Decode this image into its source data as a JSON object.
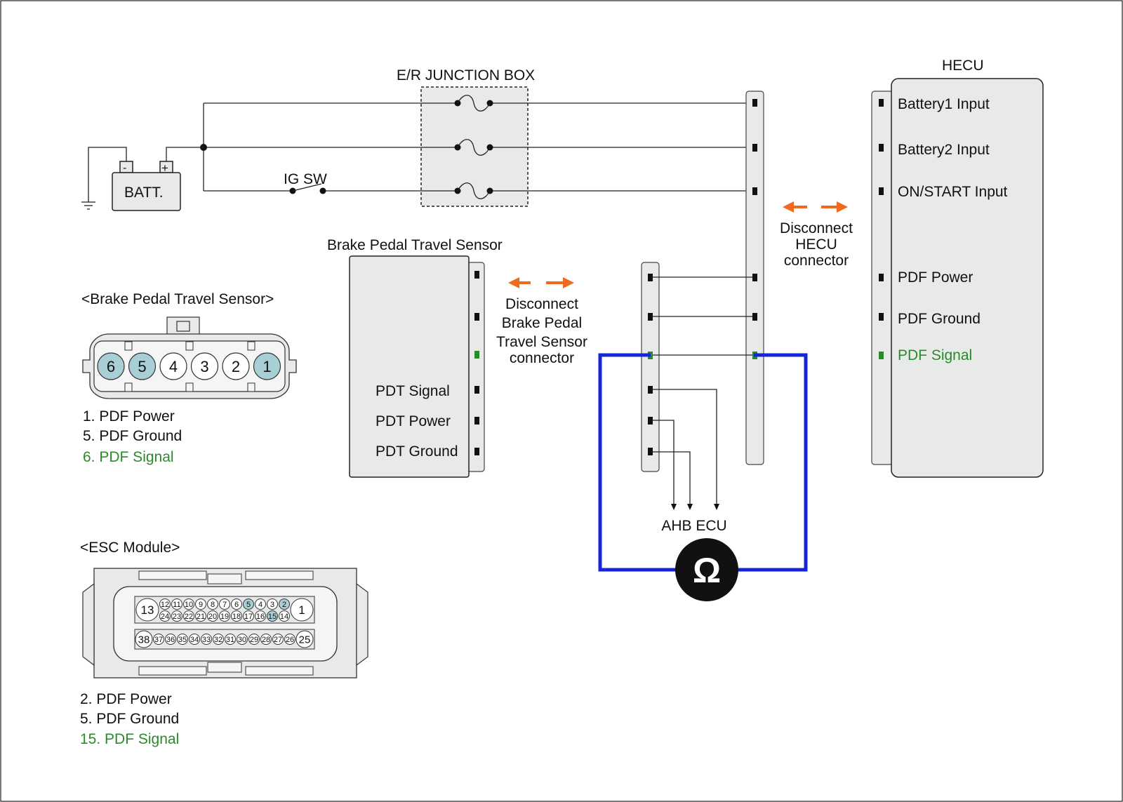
{
  "junction_box": "E/R JUNCTION BOX",
  "battery": {
    "label": "BATT.",
    "minus": "-",
    "plus": "+"
  },
  "ig_sw": "IG SW",
  "hecu": {
    "title": "HECU",
    "pins": [
      "Battery1 Input",
      "Battery2 Input",
      "ON/START Input",
      "PDF Power",
      "PDF Ground",
      "PDF Signal"
    ]
  },
  "disconnect_hecu": [
    "Disconnect",
    "HECU",
    "connector"
  ],
  "bpts_module": {
    "title": "Brake Pedal Travel Sensor",
    "pins": [
      "PDT Signal",
      "PDT Power",
      "PDT Ground"
    ]
  },
  "disconnect_bpts": [
    "Disconnect",
    "Brake Pedal",
    "Travel Sensor",
    "connector"
  ],
  "ahb_ecu": "AHB ECU",
  "meter_symbol": "Ω",
  "bpts_connector": {
    "title": "<Brake Pedal Travel Sensor>",
    "pins": [
      "6",
      "5",
      "4",
      "3",
      "2",
      "1"
    ],
    "highlighted": [
      "6",
      "5",
      "1"
    ],
    "legend": [
      {
        "text": "1. PDF Power",
        "color": "#111111"
      },
      {
        "text": "5. PDF Ground",
        "color": "#111111"
      },
      {
        "text": "6. PDF Signal",
        "color": "#2a8a2a"
      }
    ]
  },
  "esc_module": {
    "title": "<ESC Module>",
    "row1": [
      "12",
      "11",
      "10",
      "9",
      "8",
      "7",
      "6",
      "5",
      "4",
      "3",
      "2"
    ],
    "row2": [
      "24",
      "23",
      "22",
      "21",
      "20",
      "19",
      "18",
      "17",
      "16",
      "15",
      "14"
    ],
    "row3": [
      "37",
      "36",
      "35",
      "34",
      "33",
      "32",
      "31",
      "30",
      "29",
      "28",
      "27",
      "26"
    ],
    "big_left_top": "13",
    "big_right_top": "1",
    "big_left_bottom": "38",
    "big_right_bottom": "25",
    "highlighted": [
      "5",
      "2",
      "15"
    ],
    "legend": [
      {
        "text": "2. PDF Power",
        "color": "#111111"
      },
      {
        "text": "5. PDF Ground",
        "color": "#111111"
      },
      {
        "text": "15. PDF Signal",
        "color": "#2a8a2a"
      }
    ]
  },
  "colors": {
    "highlight_pin": "#a9cfd6",
    "signal_green": "#2a8a2a",
    "probe_blue": "#1426d8",
    "arrow_orange": "#ef6a1e"
  }
}
